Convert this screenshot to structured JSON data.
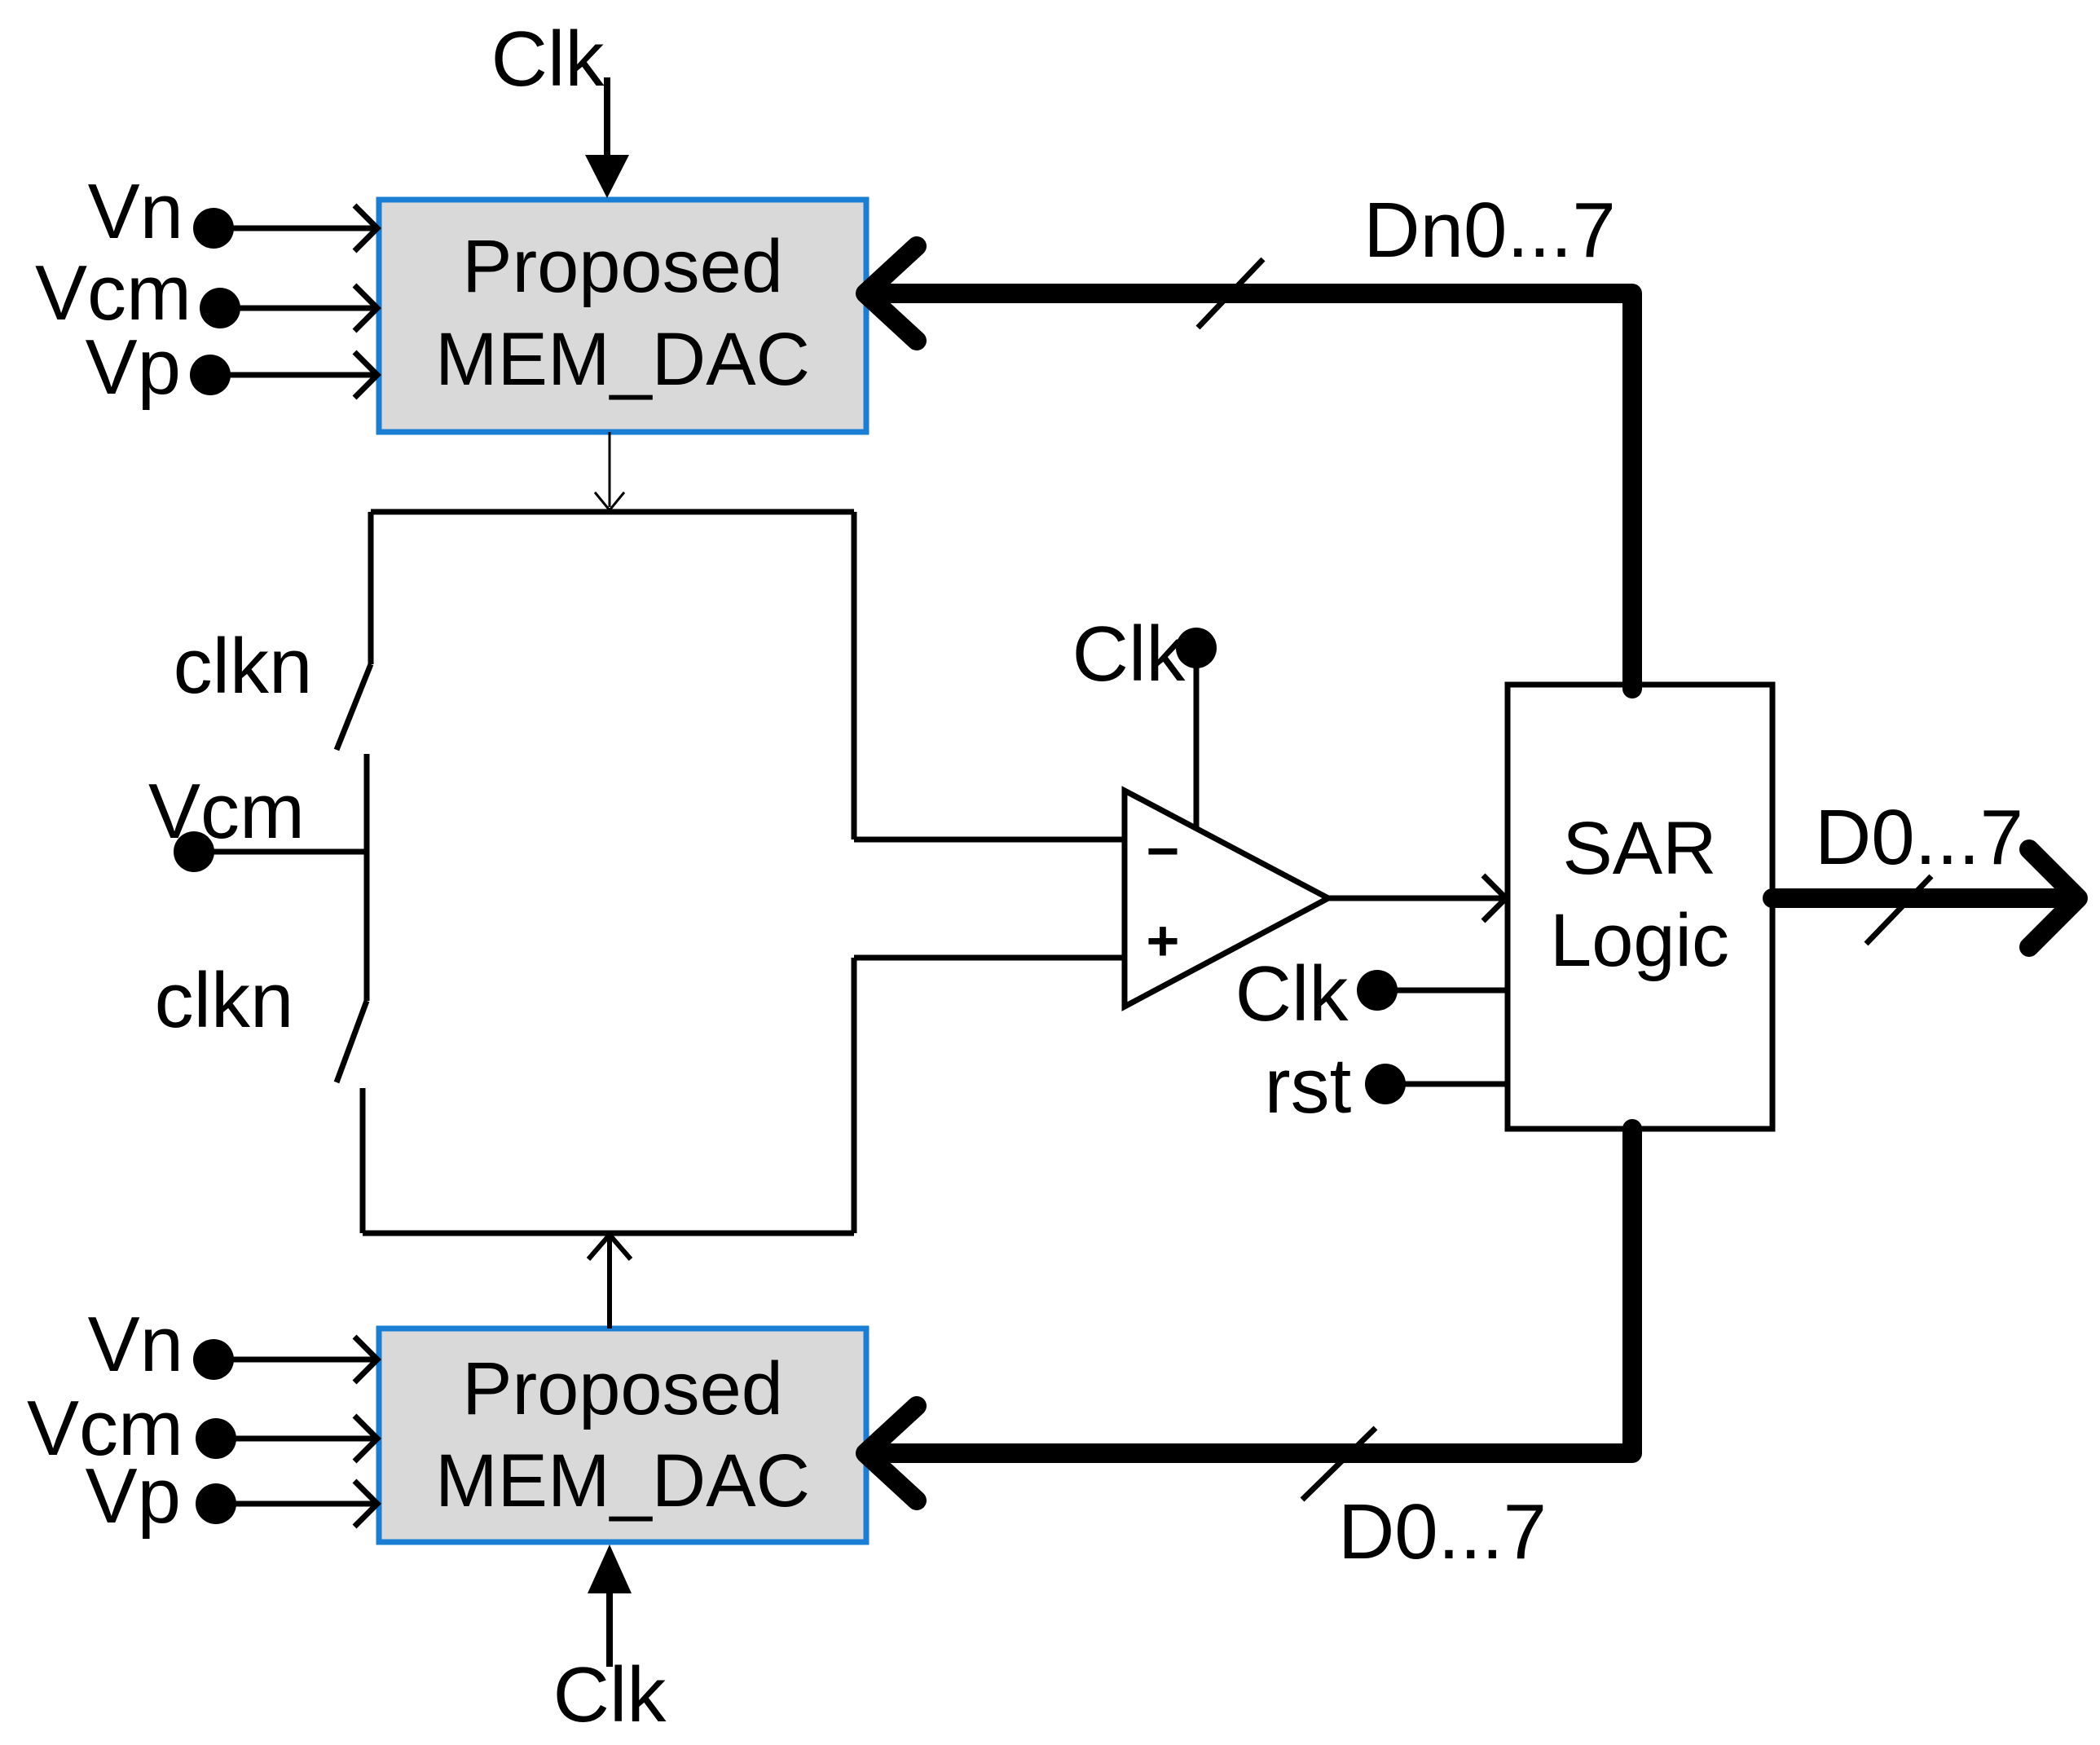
{
  "top_dac": {
    "title_line1": "Proposed",
    "title_line2": "MEM_DAC",
    "clk_label": "Clk",
    "inputs": [
      "Vn",
      "Vcm",
      "Vp"
    ]
  },
  "bottom_dac": {
    "title_line1": "Proposed",
    "title_line2": "MEM_DAC",
    "clk_label": "Clk",
    "inputs": [
      "Vn",
      "Vcm",
      "Vp"
    ]
  },
  "switch_network": {
    "switch_top_label": "clkn",
    "switch_bottom_label": "clkn",
    "vcm_label": "Vcm"
  },
  "comparator": {
    "clk_label": "Clk",
    "minus": "−",
    "plus": "+"
  },
  "sar": {
    "title_line1": "SAR",
    "title_line2": "Logic",
    "clk_label": "Clk",
    "rst_label": "rst"
  },
  "buses": {
    "top_feedback": "Dn0...7",
    "bottom_feedback": "D0...7",
    "output": "D0...7"
  },
  "colors": {
    "dac_fill": "#d9d9d9",
    "dac_border": "#1a7fd4",
    "line": "#000000"
  }
}
